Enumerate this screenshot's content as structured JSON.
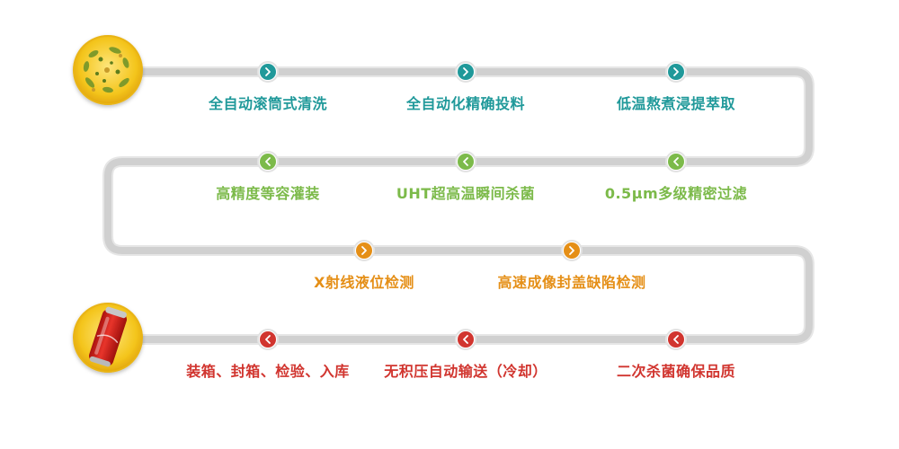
{
  "colors": {
    "track": "#d4d4d4",
    "teal": "#20999a",
    "green": "#7cba4a",
    "orange": "#e58f17",
    "red": "#d1352f",
    "badge_gold": "#f2c21a"
  },
  "start_icon": "herb-leaves-icon",
  "end_icon": "red-can-icon",
  "rows": [
    {
      "color_key": "teal",
      "arrow": "right",
      "steps": [
        {
          "label": "全自动滚筒式清洗"
        },
        {
          "label": "全自动化精确投料"
        },
        {
          "label": "低温熬煮浸提萃取"
        }
      ]
    },
    {
      "color_key": "green",
      "arrow": "left",
      "steps": [
        {
          "label": "高精度等容灌装"
        },
        {
          "label": "UHT超高温瞬间杀菌"
        },
        {
          "label": "0.5μm多级精密过滤"
        }
      ]
    },
    {
      "color_key": "orange",
      "arrow": "right",
      "steps": [
        {
          "label": "X射线液位检测"
        },
        {
          "label": "高速成像封盖缺陷检测"
        }
      ]
    },
    {
      "color_key": "red",
      "arrow": "left",
      "steps": [
        {
          "label": "装箱、封箱、检验、入库"
        },
        {
          "label": "无积压自动输送（冷却）"
        },
        {
          "label": "二次杀菌确保品质"
        }
      ]
    }
  ]
}
